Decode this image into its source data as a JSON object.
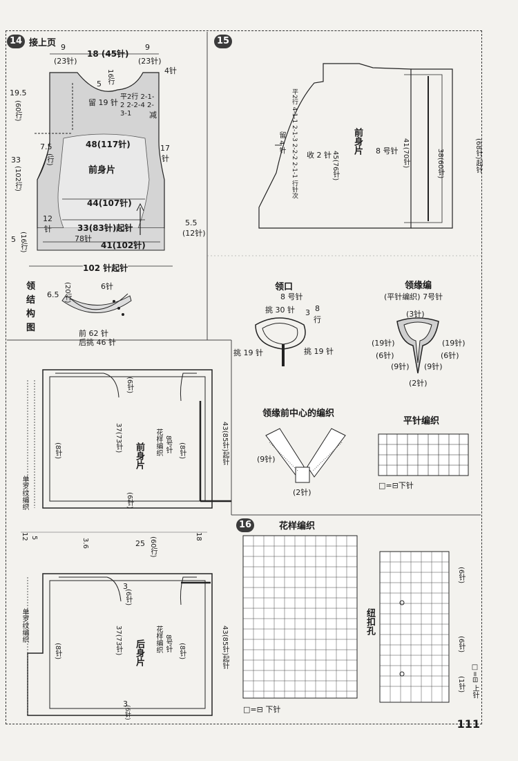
{
  "page_number": "111",
  "sec14": {
    "badge": "14",
    "continued": "接上页",
    "top_left_cm": "9",
    "top_left_st": "(23针)",
    "top_mid": "18 (45针)",
    "top_right_cm": "9",
    "top_right_st": "(23针)",
    "shoulder_st": "4针",
    "neck_depth": "5",
    "neck_rows": "16行",
    "h_195": "19.5",
    "h_195_rows": "(60行)",
    "h_33": "33",
    "h_33_rows": "(102行)",
    "h_5": "5",
    "h_5_rows": "(16行)",
    "leave": "留 19 针",
    "dec_seq": "平2行 2-1-2 2-2-4 2-3-1",
    "dec_word": "减",
    "w48": "48(117针)",
    "w44": "44(107针)",
    "w33": "33(83针)起针",
    "w78": "78针",
    "w41": "41(102针)",
    "body_name": "前身片",
    "side_75": "7.5",
    "side_75_rows": "(行)",
    "side_17": "17",
    "side_17_unit": "针",
    "side_12": "12",
    "side_12_unit": "针",
    "side_55": "5.5",
    "side_55_st": "(12针)",
    "cast_on": "102 针起针",
    "collar_title": "领结构图",
    "collar_rows_cm": "6.5",
    "collar_rows": "(20行)",
    "collar_6": "6针",
    "collar_front": "前 62 针",
    "collar_back": "后挑 46 针"
  },
  "sec15": {
    "badge": "15",
    "front_name": "前身片",
    "front_needle": "8 号针",
    "dec_seq": "平2行 4-1-1 2-1-3 2-2-2 2-1-1 行针次",
    "mid_open": "留 4 针",
    "dec_2": "收 2 针",
    "st_45": "45(76针)",
    "st_41": "41(70针)",
    "st_38": "38(60针)",
    "st_68": "(68针)起针",
    "neckline_title": "领口",
    "neckline_needle": "8 号针",
    "pick_30": "挑 30 针",
    "pick_19_l": "挑 19 针",
    "pick_19_r": "挑 19 针",
    "neck_3": "3",
    "neck_8": "8",
    "neck_rows": "行",
    "edge_title": "领缘编",
    "edge_sub": "(平针编织) 7号针",
    "edge_3": "(3针)",
    "edge_19l": "(19针)",
    "edge_19r": "(19针)",
    "edge_6l": "(6针)",
    "edge_6r": "(6针)",
    "edge_9l": "(9针)",
    "edge_9r": "(9针)",
    "edge_2": "(2针)",
    "center_title": "领缘前中心的编织",
    "center_9": "(9针)",
    "center_2": "(2针)",
    "plain_title": "平针编织",
    "plain_legend": "□=⊟下针"
  },
  "left_panel": {
    "front_name": "前身片",
    "front_sub": "花样编织",
    "front_needle": "8号针",
    "front_37": "37(73针)",
    "front_8l": "(8针)",
    "front_8r": "(8针)",
    "front_43": "43(85针)起针",
    "front_6a": "(6针)",
    "front_6b": "(6针)",
    "rib_label": "单罗纹编织",
    "back_name": "后身片",
    "back_sub": "花样编织",
    "back_needle": "8号针",
    "back_37": "37(73针)",
    "back_8l": "(8针)",
    "back_8r": "(8针)",
    "back_43": "43(85针)起针",
    "back_3a": "3",
    "back_6a": "(6针)",
    "back_3b": "3",
    "back_6b": "(6针)",
    "back_rib": "单罗纹编织",
    "mid_25": "25",
    "mid_60": "(60行)",
    "mid_36": "3.6",
    "mid_12": "12",
    "mid_5": "5",
    "mid_18": "18"
  },
  "sec16": {
    "badge": "16",
    "pattern_title": "花样编织",
    "pattern_legend": "□=⊟ 下针",
    "button_title": "纽扣孔",
    "button_legend": "□=⊟ 上针",
    "btn_6a": "(6针)",
    "btn_6b": "(6针)",
    "btn_1": "(1针)"
  }
}
